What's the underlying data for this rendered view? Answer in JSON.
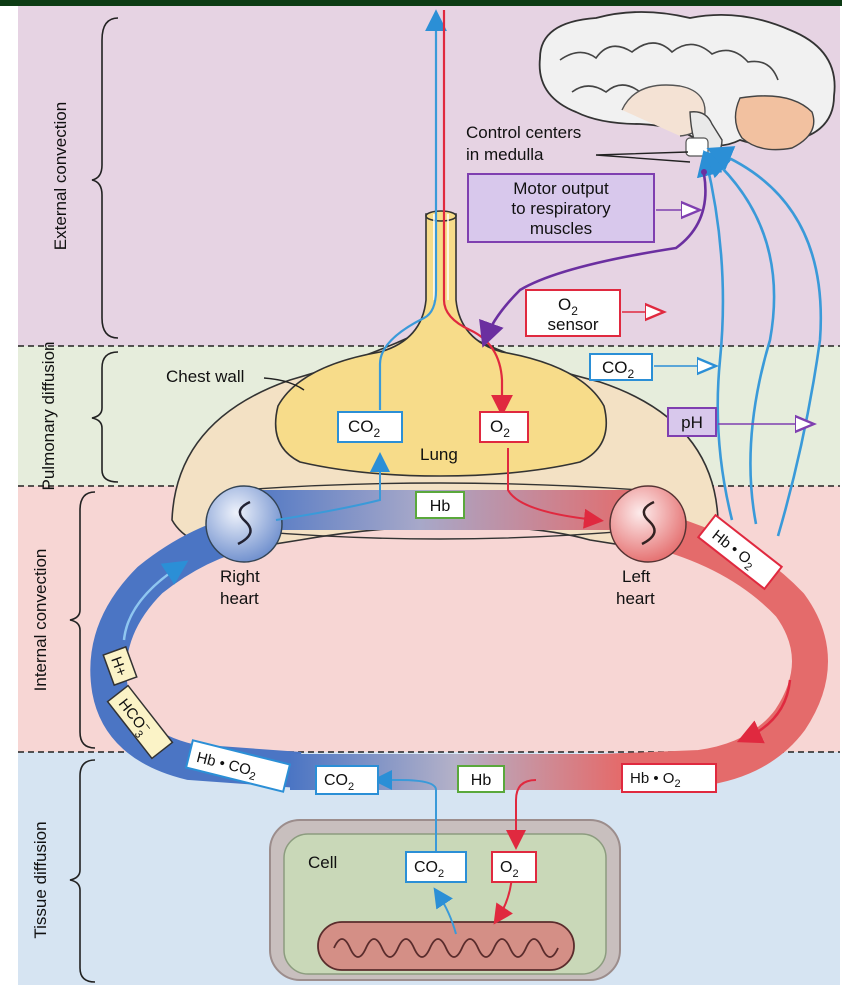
{
  "colors": {
    "external_zone": "#e6d3e3",
    "pulmonary_zone": "#e6eddc",
    "internal_zone": "#f7d6d4",
    "tissue_zone": "#d6e4f2",
    "blue_vessel": "#4b75c4",
    "red_vessel": "#e46b6b",
    "co2_stroke": "#2b8fd6",
    "o2_stroke": "#e0293f",
    "neural_blue": "#3a9ad9",
    "neural_purple": "#7f3fb0",
    "lung": "#f7dc8a",
    "chest_wall": "#f3e1c4"
  },
  "zones": {
    "external": "External convection",
    "pulmonary": "Pulmonary diffusion",
    "internal": "Internal convection",
    "tissue": "Tissue diffusion"
  },
  "labels": {
    "control_centers_line1": "Control centers",
    "control_centers_line2": "in medulla",
    "motor_line1": "Motor output",
    "motor_line2": "to respiratory",
    "motor_line3": "muscles",
    "o2_sensor_sup": "O2",
    "o2_sensor_word": "sensor",
    "chest_wall": "Chest wall",
    "lung": "Lung",
    "right_heart_1": "Right",
    "right_heart_2": "heart",
    "left_heart_1": "Left",
    "left_heart_2": "heart",
    "cell": "Cell",
    "ph": "pH",
    "hb": "Hb",
    "co2_main": "CO",
    "o2_main": "O",
    "sub2": "2",
    "h_plus": "H+",
    "hco3": "HCO",
    "hco3_sub": "3",
    "hco3_sup": "−",
    "hb_o2": "Hb • O",
    "hb_co2": "Hb • CO"
  },
  "icons": [
    "brain-icon",
    "heart-icon",
    "mitochondrion-icon"
  ]
}
